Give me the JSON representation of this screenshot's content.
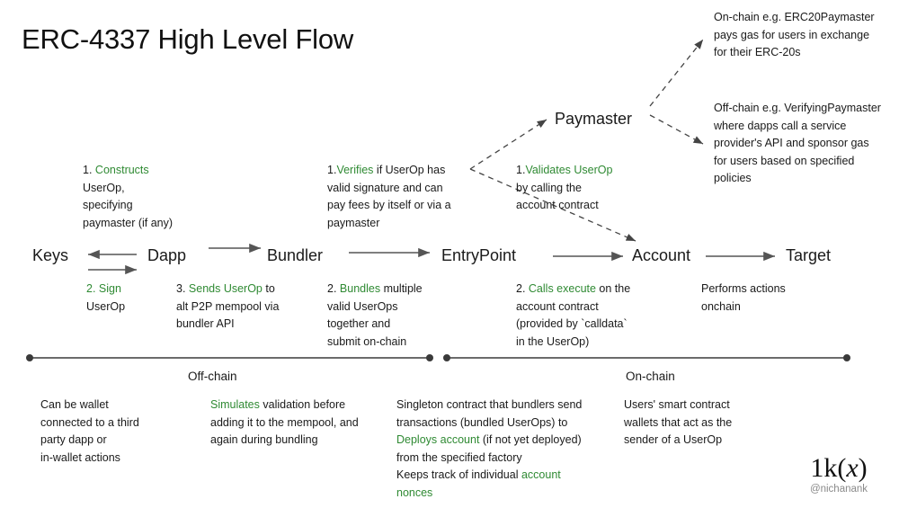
{
  "title": "ERC-4337 High Level Flow",
  "colors": {
    "accent_green": "#2f8a33",
    "text": "#1a1a1a",
    "arrow": "#555555",
    "muted": "#8a8a8a"
  },
  "nodes": [
    {
      "id": "keys",
      "label": "Keys"
    },
    {
      "id": "dapp",
      "label": "Dapp"
    },
    {
      "id": "bundler",
      "label": "Bundler"
    },
    {
      "id": "entrypoint",
      "label": "EntryPoint"
    },
    {
      "id": "account",
      "label": "Account"
    },
    {
      "id": "target",
      "label": "Target"
    },
    {
      "id": "paymaster",
      "label": "Paymaster"
    }
  ],
  "paymaster_notes": {
    "onchain": {
      "lines": [
        "On-chain e.g. ERC20Paymaster",
        "pays gas for users in exchange",
        "for their ERC-20s"
      ]
    },
    "offchain": {
      "lines": [
        "Off-chain e.g. VerifyingPaymaster",
        "where dapps call a service",
        "provider's API and sponsor gas",
        "for users based on specified",
        "policies"
      ]
    }
  },
  "notes_above": {
    "dapp": {
      "index": "1.",
      "verb": " Constructs",
      "rest_lines": [
        "UserOp,",
        "specifying",
        "paymaster (if any)"
      ]
    },
    "bundler": {
      "index": "1.",
      "verb": "Verifies",
      "tail": " if UserOp has",
      "rest_lines": [
        "valid signature and can",
        "pay fees by itself or via a",
        "paymaster"
      ]
    },
    "entrypoint": {
      "index": "1.",
      "verb": "Validates UserOp",
      "rest_lines": [
        "by calling the",
        "account contract"
      ]
    }
  },
  "notes_below": {
    "dapp": {
      "green_lead": "2. Sign",
      "rest_lines": [
        "UserOp"
      ]
    },
    "bundler_send": {
      "index": "3. ",
      "verb": "Sends UserOp",
      "tail": " to",
      "rest_lines": [
        "alt P2P mempool via",
        "bundler API"
      ]
    },
    "bundler_bundle": {
      "index": "2. ",
      "verb": "Bundles",
      "tail": " multiple",
      "rest_lines": [
        "valid UserOps",
        "together and",
        "submit on-chain"
      ]
    },
    "entrypoint_calls": {
      "index": "2. ",
      "verb": "Calls execute",
      "tail": " on the",
      "rest_lines": [
        "account contract",
        "(provided by `calldata`",
        "in the UserOp)"
      ]
    },
    "target": {
      "lines": [
        "Performs actions",
        "onchain"
      ]
    }
  },
  "bands": [
    {
      "id": "offchain",
      "label": "Off-chain"
    },
    {
      "id": "onchain",
      "label": "On-chain"
    }
  ],
  "descriptions": {
    "keys": {
      "lines": [
        "Can be wallet",
        "connected to a third",
        "party dapp or",
        "in-wallet actions"
      ]
    },
    "bundler": {
      "verb": "Simulates",
      "tail": " validation before",
      "rest_lines": [
        "adding it to the mempool, and",
        "again during bundling"
      ]
    },
    "entrypoint": {
      "line1": "Singleton contract that bundlers send",
      "line2": "transactions (bundled UserOps) to",
      "line3_green": "Deploys account",
      "line3_tail": " (if not yet deployed)",
      "line4": "from the specified factory",
      "line5_lead": "Keeps track of individual ",
      "line5_green": "account",
      "line6_green": "nonces"
    },
    "account": {
      "lines": [
        "Users' smart contract",
        "wallets that act as the",
        "sender of a UserOp"
      ]
    }
  },
  "watermark": {
    "mark_prefix": "1k(",
    "mark_x": "x",
    "mark_suffix": ")",
    "handle": "@nichanank"
  }
}
